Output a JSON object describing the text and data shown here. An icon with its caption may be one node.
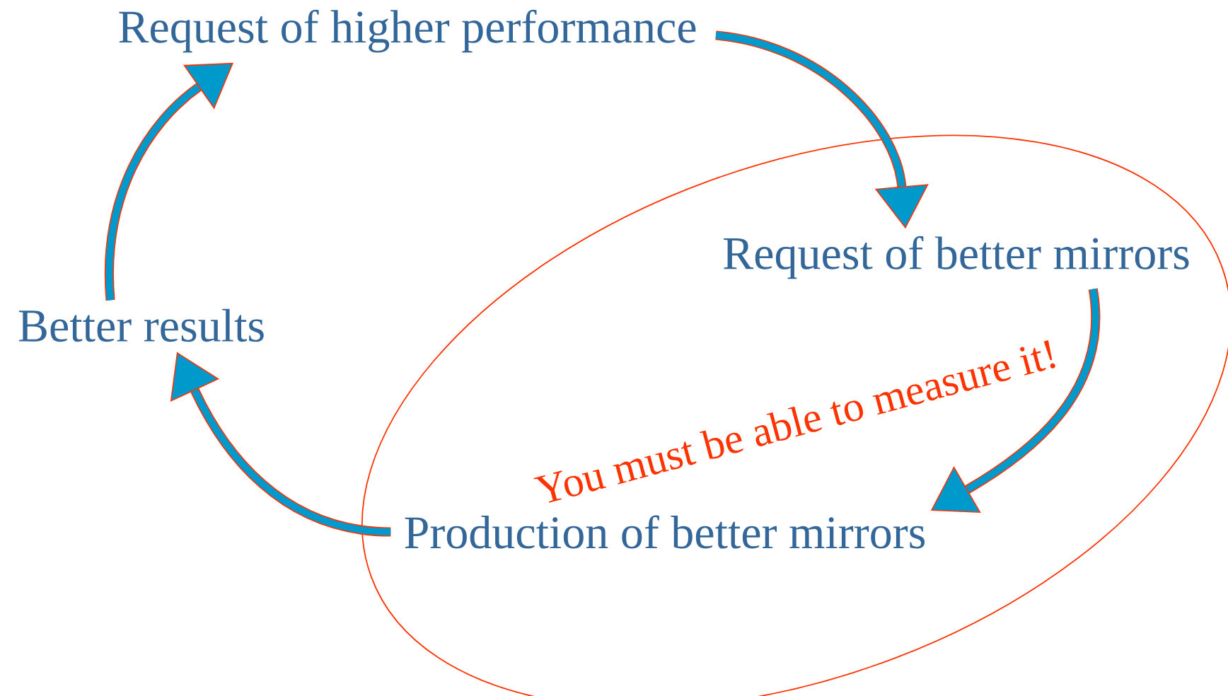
{
  "diagram": {
    "nodes": [
      {
        "text": [
          "Request of higher performance"
        ]
      },
      {
        "text": [
          "You must be able to measure it!"
        ]
      },
      {
        "text": [
          "Request of better mirrors"
        ],
        "in": 1
      },
      {
        "text": [
          "Production of better mirrors"
        ],
        "in": 1
      },
      {
        "text": [
          "Better results"
        ]
      }
    ],
    "edges": [
      {
        "from": 0,
        "to": 2,
        "arrow": "to"
      },
      {
        "from": 2,
        "to": 3,
        "arrow": "to"
      },
      {
        "from": 3,
        "to": 4,
        "arrow": "to"
      },
      {
        "from": 4,
        "to": 0,
        "arrow": "to"
      }
    ]
  }
}
